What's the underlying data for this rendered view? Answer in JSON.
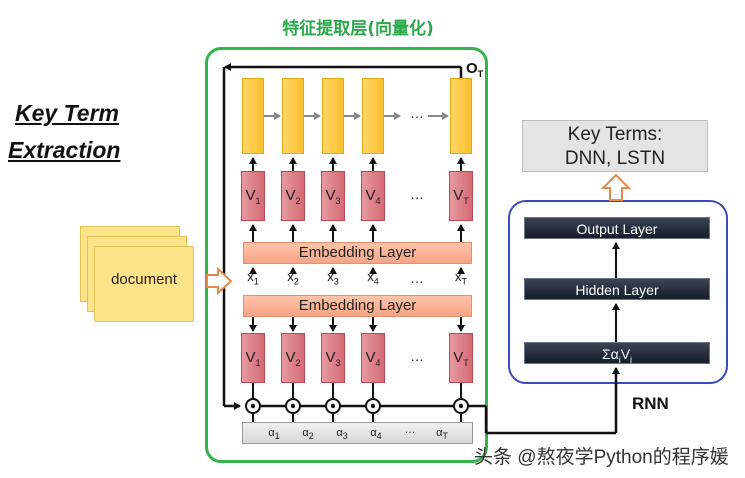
{
  "left_title": {
    "line1": "Key Term",
    "line2": "Extraction"
  },
  "extraction_title": "特征提取层(向量化)",
  "top_output_label": "O",
  "top_output_sub": "T",
  "v_sub": [
    "1",
    "2",
    "3",
    "4",
    "T"
  ],
  "x_sub": [
    "1",
    "2",
    "3",
    "4",
    "T"
  ],
  "alpha_sub": [
    "1",
    "2",
    "3",
    "4",
    "T"
  ],
  "var_v": "V",
  "var_x": "x",
  "var_alpha": "α",
  "ellipsis": "…",
  "embedding_label": "Embedding Layer",
  "document_label": "document",
  "key_terms": {
    "line1": "Key Terms:",
    "line2": "DNN, LSTN"
  },
  "rnn": {
    "output_layer": "Output Layer",
    "hidden_layer": "Hidden Layer",
    "input_label": "Σα",
    "input_sub1": "i",
    "input_mid": "V",
    "input_sub2": "i",
    "label": "RNN"
  },
  "watermark": "头条 @熬夜学Python的程序媛",
  "colors": {
    "green_frame": "#36b34a",
    "blue_frame": "#3a4bbf",
    "yellow_box": "#f8c030",
    "v_box": "#d46a75",
    "embedding": "#f5a585",
    "layer_dark": "#151c2a"
  }
}
